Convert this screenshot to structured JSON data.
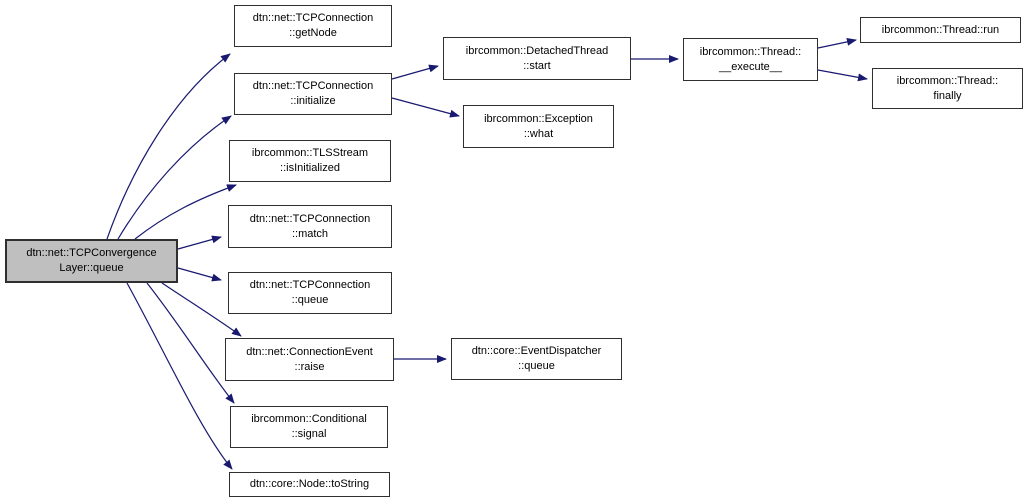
{
  "graph": {
    "type": "doxygen-call-graph",
    "nodes": {
      "root": {
        "label": "dtn::net::TCPConvergence\nLayer::queue"
      },
      "getnode": {
        "label": "dtn::net::TCPConnection\n::getNode"
      },
      "initialize": {
        "label": "dtn::net::TCPConnection\n::initialize"
      },
      "isinitialized": {
        "label": "ibrcommon::TLSStream\n::isInitialized"
      },
      "match": {
        "label": "dtn::net::TCPConnection\n::match"
      },
      "tcpqueue": {
        "label": "dtn::net::TCPConnection\n::queue"
      },
      "raise": {
        "label": "dtn::net::ConnectionEvent\n::raise"
      },
      "signal": {
        "label": "ibrcommon::Conditional\n::signal"
      },
      "tostring": {
        "label": "dtn::core::Node::toString"
      },
      "start": {
        "label": "ibrcommon::DetachedThread\n::start"
      },
      "what": {
        "label": "ibrcommon::Exception\n::what"
      },
      "dispatcherqueue": {
        "label": "dtn::core::EventDispatcher\n::queue"
      },
      "execute": {
        "label": "ibrcommon::Thread::\n__execute__"
      },
      "run": {
        "label": "ibrcommon::Thread::run"
      },
      "finally": {
        "label": "ibrcommon::Thread::\nfinally"
      }
    },
    "edges": [
      {
        "from": "root",
        "to": "getnode"
      },
      {
        "from": "root",
        "to": "initialize"
      },
      {
        "from": "root",
        "to": "isinitialized"
      },
      {
        "from": "root",
        "to": "match"
      },
      {
        "from": "root",
        "to": "tcpqueue"
      },
      {
        "from": "root",
        "to": "raise"
      },
      {
        "from": "root",
        "to": "signal"
      },
      {
        "from": "root",
        "to": "tostring"
      },
      {
        "from": "initialize",
        "to": "start"
      },
      {
        "from": "initialize",
        "to": "what"
      },
      {
        "from": "start",
        "to": "execute"
      },
      {
        "from": "execute",
        "to": "run"
      },
      {
        "from": "execute",
        "to": "finally"
      },
      {
        "from": "raise",
        "to": "dispatcherqueue"
      }
    ]
  },
  "colors": {
    "edge": "#191970",
    "node_fill": "#ffffff",
    "node_border": "#2f2f2f",
    "root_fill": "#bfbfbf",
    "text": "#000000",
    "background": "#ffffff"
  }
}
